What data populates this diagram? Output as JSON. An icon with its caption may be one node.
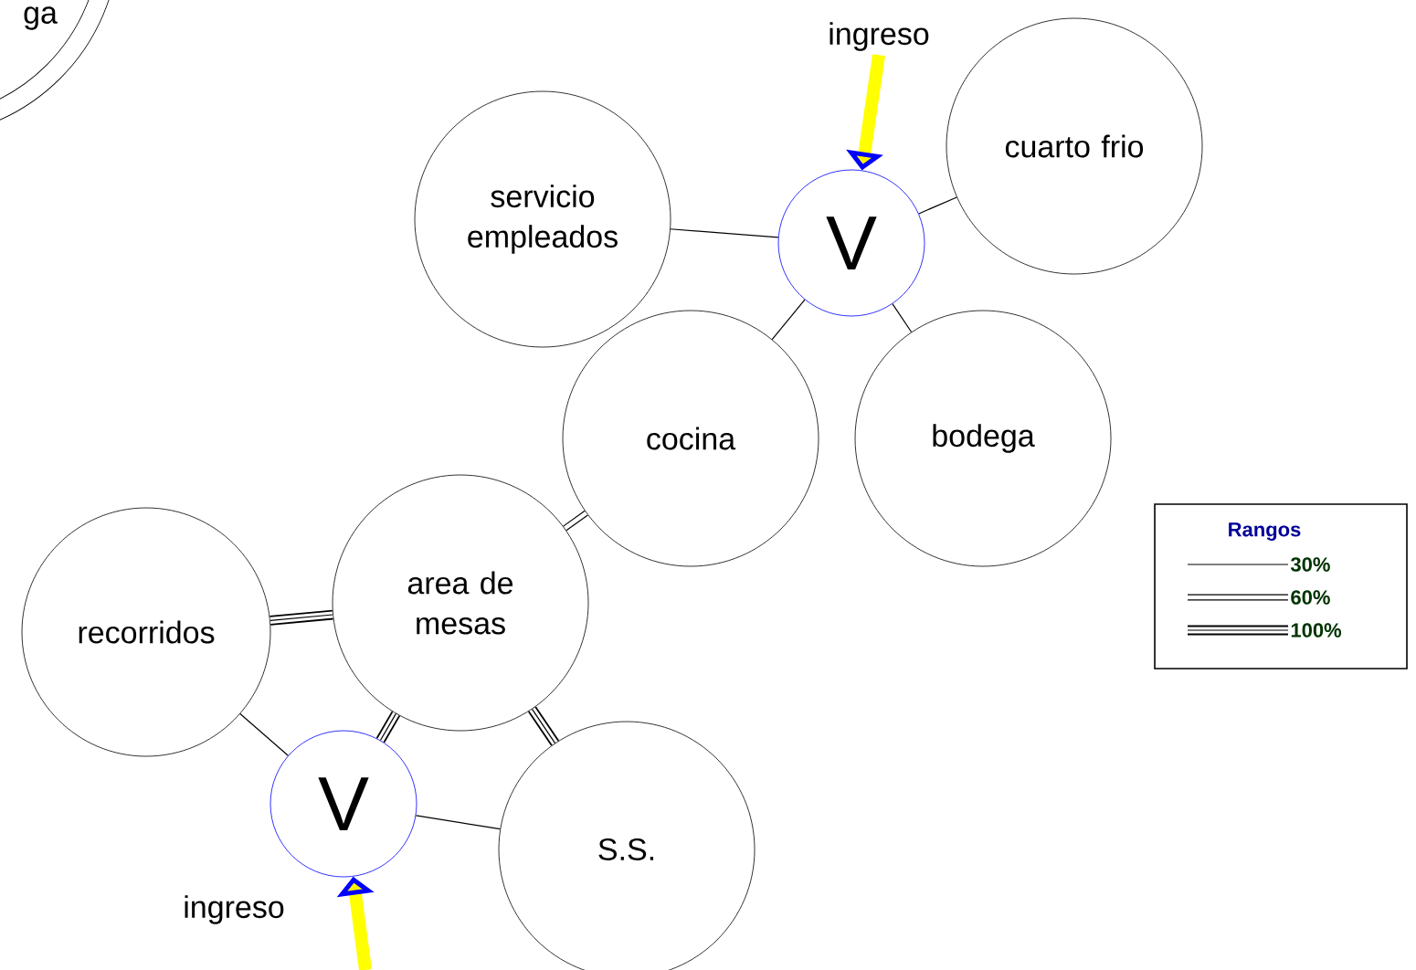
{
  "diagram": {
    "nodes": [
      {
        "text": [
          "ga"
        ]
      },
      {
        "text": [
          "servicio empleados"
        ]
      },
      {
        "text": [
          "V"
        ]
      },
      {
        "text": [
          "cuarto frio"
        ]
      },
      {
        "text": [
          "cocina"
        ]
      },
      {
        "text": [
          "bodega"
        ]
      },
      {
        "text": [
          "recorridos"
        ]
      },
      {
        "text": [
          "area de mesas"
        ]
      },
      {
        "text": [
          "V"
        ]
      },
      {
        "text": [
          "S.S."
        ]
      },
      {
        "text": [
          "ingreso"
        ]
      }
    ],
    "edges": [
      {
        "from": 1,
        "to": 2,
        "arrow": "none"
      },
      {
        "from": 2,
        "to": 3,
        "arrow": "none"
      },
      {
        "from": 2,
        "to": 4,
        "arrow": "none"
      },
      {
        "from": 2,
        "to": 5,
        "arrow": "none"
      },
      {
        "from": 4,
        "to": 7,
        "arrow": "none",
        "style": "thick"
      },
      {
        "from": 6,
        "to": 7,
        "arrow": "none",
        "style": "thick"
      },
      {
        "from": 7,
        "to": 8,
        "arrow": "none",
        "style": "thick"
      },
      {
        "from": 7,
        "to": 9,
        "arrow": "none",
        "style": "thick"
      },
      {
        "from": 6,
        "to": 8,
        "arrow": "none"
      },
      {
        "from": 8,
        "to": 9,
        "arrow": "none"
      },
      {
        "from": 10,
        "to": 2,
        "arrow": "to",
        "style": "thick",
        "color": "#ffff00"
      },
      {
        "from": null,
        "to": 8,
        "arrow": "to",
        "style": "thick",
        "color": "#ffff00"
      }
    ],
    "labels": [
      "ingreso",
      "Rangos"
    ],
    "legend": [
      {
        "text": "30%"
      },
      {
        "text": "60%"
      },
      {
        "text": "100%"
      }
    ]
  }
}
